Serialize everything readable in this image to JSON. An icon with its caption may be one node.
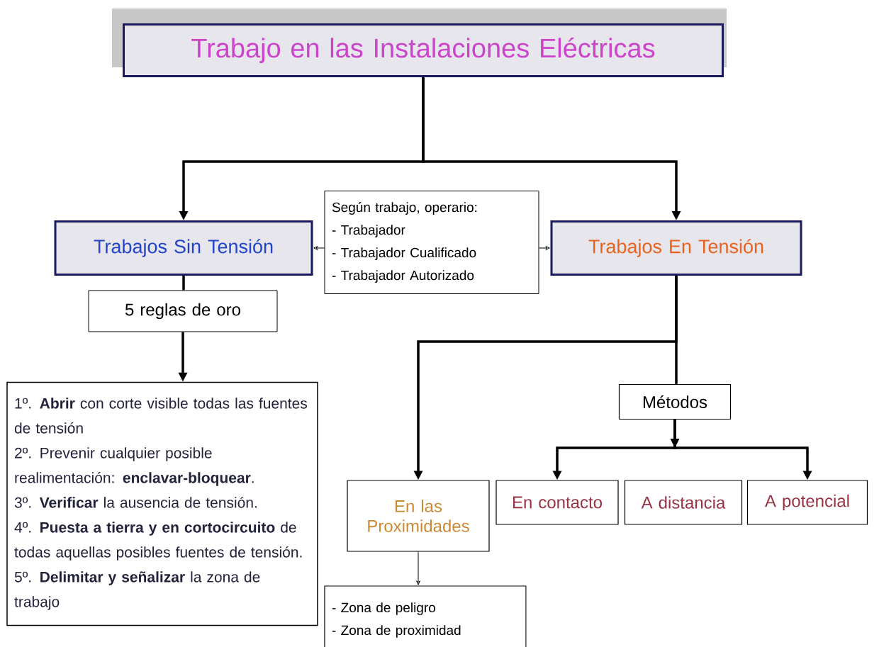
{
  "diagram": {
    "nodes": [
      {
        "text": [
          "Trabajo en las Instalaciones Eléctricas"
        ]
      },
      {
        "text": [
          "Trabajos Sin Tensión"
        ]
      },
      {
        "text": [
          "Según trabajo, operario:",
          "- Trabajador",
          "- Trabajador Cualificado",
          "- Trabajador Autorizado"
        ]
      },
      {
        "text": [
          "Trabajos En Tensión"
        ]
      },
      {
        "text": [
          "5 reglas de oro"
        ]
      },
      {
        "text": [
          "1º. **Abrir** con corte visible todas las fuentes de tensión",
          "2º. Prevenir cualquier posible realimentación: **enclavar-bloquear**.",
          "3º. **Verificar** la ausencia de tensión.",
          "4º. **Puesta a tierra y en cortocircuito** de todas aquellas posibles fuentes de tensión.",
          "5º. **Delimitar y señalizar** la zona de trabajo"
        ]
      },
      {
        "text": [
          "Métodos"
        ]
      },
      {
        "text": [
          "En las Proximidades"
        ]
      },
      {
        "text": [
          "En contacto"
        ]
      },
      {
        "text": [
          "A distancia"
        ]
      },
      {
        "text": [
          "A potencial"
        ]
      },
      {
        "text": [
          "- Zona de peligro",
          "- Zona de proximidad"
        ]
      }
    ],
    "edges": [
      {
        "from": 0,
        "to": 1,
        "arrow": "to"
      },
      {
        "from": 0,
        "to": 3,
        "arrow": "to"
      },
      {
        "from": 2,
        "to": 1,
        "arrow": "to"
      },
      {
        "from": 2,
        "to": 3,
        "arrow": "to"
      },
      {
        "from": 1,
        "to": 4,
        "arrow": "none"
      },
      {
        "from": 4,
        "to": 5,
        "arrow": "to"
      },
      {
        "from": 3,
        "to": 7,
        "arrow": "to"
      },
      {
        "from": 3,
        "to": 6,
        "arrow": "none"
      },
      {
        "from": 6,
        "to": 8,
        "arrow": "to"
      },
      {
        "from": 6,
        "to": 10,
        "arrow": "to"
      },
      {
        "from": 7,
        "to": 11,
        "arrow": "to"
      }
    ]
  }
}
